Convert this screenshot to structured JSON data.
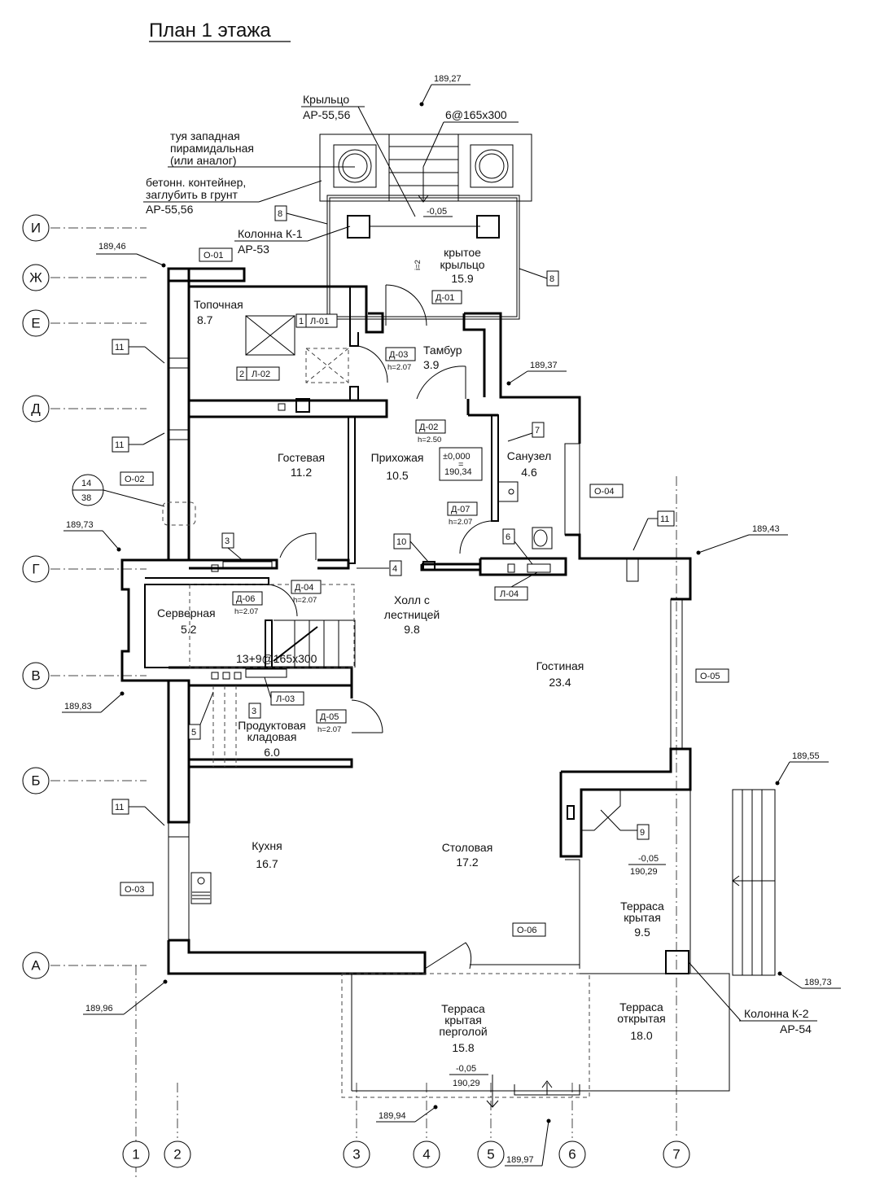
{
  "title": "План 1 этажа",
  "axes_rows": [
    {
      "id": "row-i",
      "label": "И"
    },
    {
      "id": "row-zh",
      "label": "Ж"
    },
    {
      "id": "row-e",
      "label": "Е"
    },
    {
      "id": "row-d",
      "label": "Д"
    },
    {
      "id": "row-g",
      "label": "Г"
    },
    {
      "id": "row-v",
      "label": "В"
    },
    {
      "id": "row-b",
      "label": "Б"
    },
    {
      "id": "row-a",
      "label": "А"
    }
  ],
  "axes_cols": [
    {
      "id": "col-1",
      "label": "1"
    },
    {
      "id": "col-2",
      "label": "2"
    },
    {
      "id": "col-3",
      "label": "3"
    },
    {
      "id": "col-4",
      "label": "4"
    },
    {
      "id": "col-5",
      "label": "5"
    },
    {
      "id": "col-6",
      "label": "6"
    },
    {
      "id": "col-7",
      "label": "7"
    }
  ],
  "rooms": {
    "topochnaya": {
      "name": "Топочная",
      "area": "8.7"
    },
    "tambur": {
      "name": "Тамбур",
      "area": "3.9"
    },
    "gostevaya": {
      "name": "Гостевая",
      "area": "11.2"
    },
    "prikhozhaya": {
      "name": "Прихожая",
      "area": "10.5"
    },
    "sanuzel": {
      "name": "Санузел",
      "area": "4.6"
    },
    "servernaya": {
      "name": "Серверная",
      "area": "5.2"
    },
    "holl": {
      "name1": "Холл с",
      "name2": "лестницей",
      "area": "9.8"
    },
    "gostinaya": {
      "name": "Гостиная",
      "area": "23.4"
    },
    "kladovaya": {
      "name1": "Продуктовая",
      "name2": "кладовая",
      "area": "6.0"
    },
    "kukhnya": {
      "name": "Кухня",
      "area": "16.7"
    },
    "stolovaya": {
      "name": "Столовая",
      "area": "17.2"
    },
    "terrasa_kr": {
      "name1": "Терраса",
      "name2": "крытая",
      "area": "9.5"
    },
    "terrasa_perg": {
      "name1": "Терраса",
      "name2": "крытая",
      "name3": "перголой",
      "area": "15.8"
    },
    "terrasa_otkr": {
      "name1": "Терраса",
      "name2": "открытая",
      "area": "18.0"
    },
    "kryltso": {
      "name1": "крытое",
      "name2": "крыльцо",
      "area": "15.9"
    }
  },
  "elevations": {
    "e1": "189,27",
    "e2": "189,46",
    "e3": "189,37",
    "e4": "189,73",
    "e5": "189,43",
    "e6": "189,83",
    "e7": "189,55",
    "e8": "189,96",
    "e9": "189,73",
    "e10": "189,94",
    "e11": "189,97"
  },
  "levels": {
    "porch": "-0,05",
    "zero1": "±0,000",
    "zero2": "=",
    "zero3": "190,34",
    "terr1a": "-0,05",
    "terr1b": "190,29",
    "terr2a": "-0,05",
    "terr2b": "190,29"
  },
  "notes": {
    "kryltso1": "Крыльцо",
    "kryltso2": "АР-55,56",
    "stair_porch": "6@165x300",
    "tuya1": "туя западная",
    "tuya2": "пирамидальная",
    "tuya3": "(или аналог)",
    "cont1": "бетонн. контейнер,",
    "cont2": "заглубить в грунт",
    "cont3": "АР-55,56",
    "col1a": "Колонна К-1",
    "col1b": "АР-53",
    "col2a": "Колонна К-2",
    "col2b": "АР-54",
    "stair_main": "13+9@165x300",
    "i_sign": "i=2"
  },
  "doors": {
    "d01": "Д-01",
    "d02": "Д-02",
    "d02h": "h=2.50",
    "d03": "Д-03",
    "d03h": "h=2.07",
    "d04": "Д-04",
    "d04h": "h=2.07",
    "d05": "Д-05",
    "d05h": "h=2.07",
    "d06": "Д-06",
    "d06h": "h=2.07",
    "d07": "Д-07",
    "d07h": "h=2.07"
  },
  "windows": {
    "o01": "О-01",
    "o02": "О-02",
    "o03": "О-03",
    "o04": "О-04",
    "o05": "О-05",
    "o06": "О-06"
  },
  "hatches": {
    "l01": "Л-01",
    "l02": "Л-02",
    "l03": "Л-03",
    "l04": "Л-04"
  },
  "callouts": {
    "c1": "1",
    "c2": "2",
    "c3a": "3",
    "c3b": "3",
    "c4": "4",
    "c5": "5",
    "c6": "6",
    "c7": "7",
    "c8a": "8",
    "c8b": "8",
    "c9": "9",
    "c10": "10",
    "c11a": "11",
    "c11b": "11",
    "c11c": "11",
    "c11d": "11",
    "node_top": "14",
    "node_bot": "38"
  }
}
